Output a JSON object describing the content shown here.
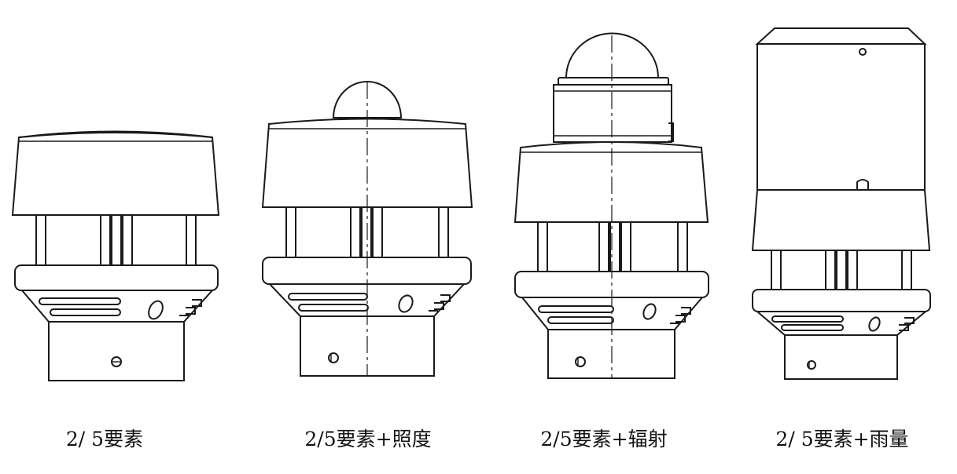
{
  "figure": {
    "captions": [
      {
        "id": "basic",
        "label": "2/ 5要素"
      },
      {
        "id": "illuminance",
        "label": "2/5要素+照度"
      },
      {
        "id": "radiation",
        "label": "2/5要素+辐射"
      },
      {
        "id": "rainfall",
        "label": "2/ 5要素+雨量"
      }
    ]
  },
  "colors": {
    "line": "#1a1a1a",
    "background": "#ffffff"
  }
}
